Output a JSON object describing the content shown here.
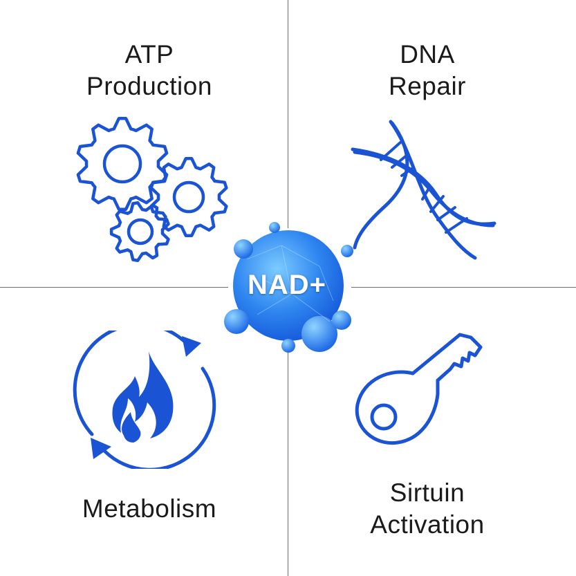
{
  "center": {
    "label": "NAD+"
  },
  "quadrants": {
    "top_left": {
      "lines": [
        "ATP",
        "Production"
      ],
      "icon": "gears-icon"
    },
    "top_right": {
      "lines": [
        "DNA",
        "Repair"
      ],
      "icon": "dna-helix-icon"
    },
    "bottom_left": {
      "lines": [
        "Metabolism"
      ],
      "icon": "flame-cycle-icon"
    },
    "bottom_right": {
      "lines": [
        "Sirtuin",
        "Activation"
      ],
      "icon": "key-icon"
    }
  },
  "colors": {
    "icon_blue": "#1a53d4",
    "bubble_light": "#5ab8ff",
    "bubble_dark": "#1560e0",
    "divider": "#6b6b6b",
    "text": "#1a1a1a"
  }
}
